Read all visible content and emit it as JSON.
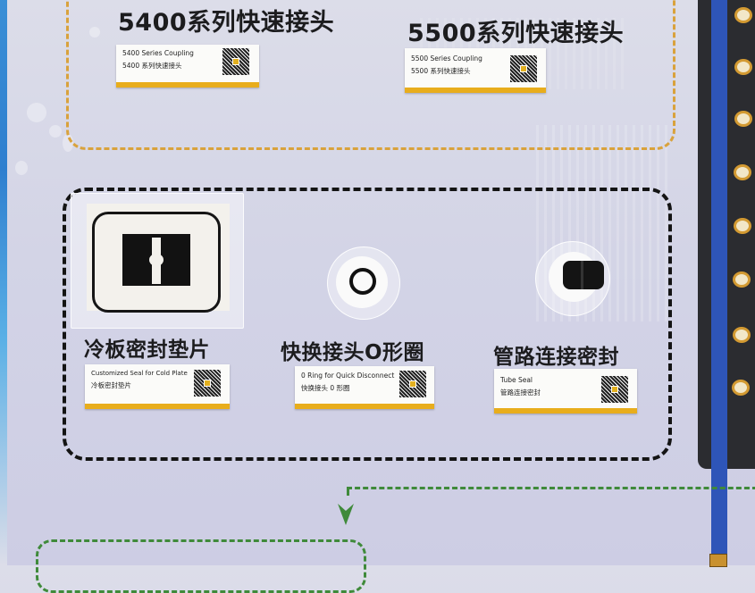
{
  "board": {
    "sections": [
      {
        "id": "coupling-5400",
        "heading": "5400系列快速接头",
        "label_en": "5400 Series Coupling",
        "label_cn": "5400 系列快速接头"
      },
      {
        "id": "coupling-5500",
        "heading": "5500系列快速接头",
        "label_en": "5500 Series Coupling",
        "label_cn": "5500 系列快速接头"
      },
      {
        "id": "cold-plate-seal",
        "heading": "冷板密封垫片",
        "label_en": "Customized Seal for Cold Plate",
        "label_cn": "冷板密封垫片"
      },
      {
        "id": "o-ring",
        "heading": "快换接头O形圈",
        "label_en": "0 Ring for Quick Disconnect",
        "label_cn": "快换接头 0 形圈"
      },
      {
        "id": "tube-seal",
        "heading": "管路连接密封",
        "label_en": "Tube Seal",
        "label_cn": "管路连接密封"
      }
    ]
  },
  "colors": {
    "label_stripe": "#e8ad1c",
    "orange_dash": "#d9a23c",
    "black_dash": "#141414",
    "green_dash": "#3f8a3a",
    "pipe_blue": "#2e55b8",
    "pad_gold": "#d39a32"
  },
  "icons": {
    "arrow": "green-down-arrow-icon",
    "qr": "qr-code-icon"
  }
}
